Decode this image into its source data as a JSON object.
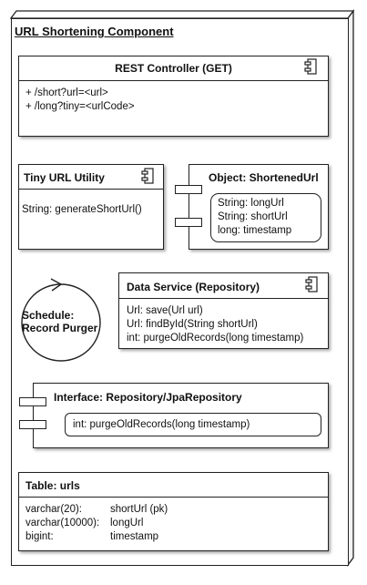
{
  "package": {
    "title": "URL Shortening Component"
  },
  "rest_controller": {
    "title": "REST Controller (GET)",
    "lines": [
      "+ /short?url=<url>",
      "+ /long?tiny=<urlCode>"
    ]
  },
  "tiny_url_utility": {
    "title": "Tiny URL Utility",
    "lines": [
      "String: generateShortUrl()"
    ]
  },
  "shortened_url": {
    "title": "Object: ShortenedUrl",
    "fields": [
      "String: longUrl",
      "String: shortUrl",
      "long: timestamp"
    ]
  },
  "schedule": {
    "line1": "Schedule:",
    "line2": "Record Purger"
  },
  "data_service": {
    "title": "Data Service (Repository)",
    "lines": [
      "Url: save(Url url)",
      "Url: findById(String shortUrl)",
      "int: purgeOldRecords(long timestamp)"
    ]
  },
  "interface": {
    "title": "Interface: Repository/JpaRepository",
    "method": "int: purgeOldRecords(long timestamp)"
  },
  "table": {
    "title": "Table: urls",
    "rows": [
      {
        "type": "varchar(20):",
        "name": "shortUrl (pk)"
      },
      {
        "type": "varchar(10000):",
        "name": "longUrl"
      },
      {
        "type": "bigint:",
        "name": "timestamp"
      }
    ]
  }
}
